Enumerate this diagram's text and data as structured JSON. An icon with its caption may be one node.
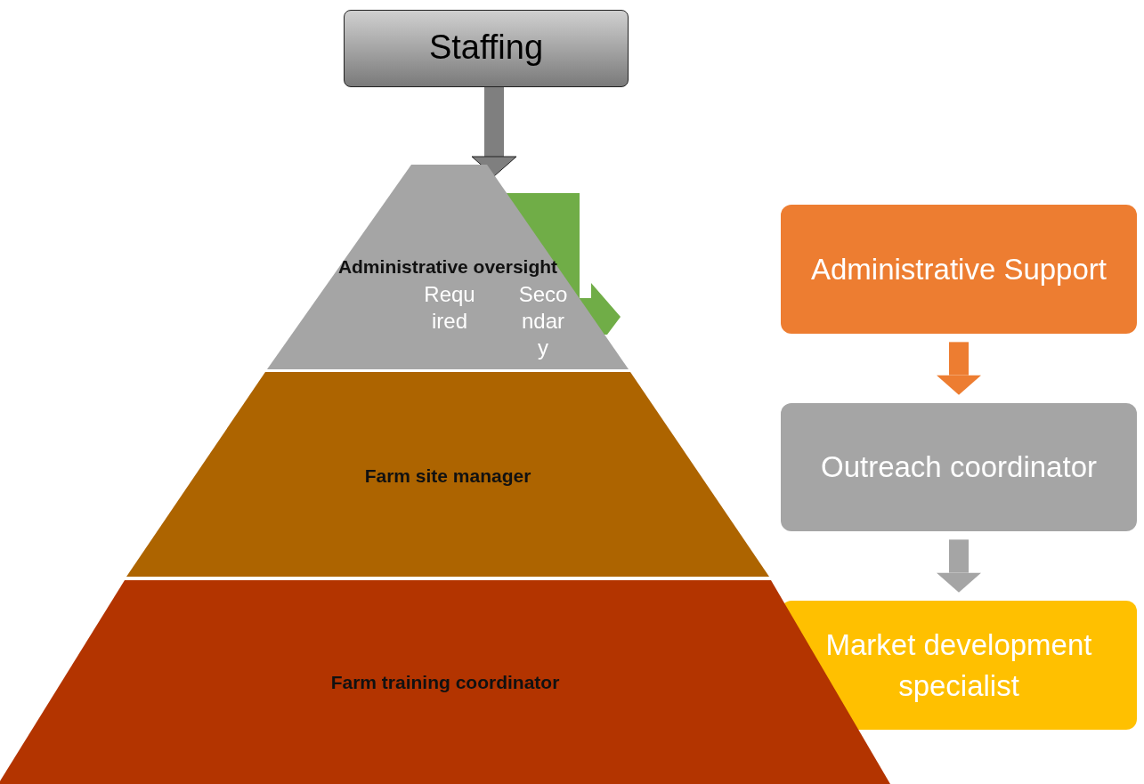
{
  "diagram": {
    "nodes": [
      {
        "text": [
          "Staffing"
        ]
      },
      {
        "text": [
          "Administrative oversight"
        ]
      },
      {
        "text": [
          "Farm site manager"
        ]
      },
      {
        "text": [
          "Farm training coordinator"
        ]
      },
      {
        "text": [
          "Administrative Support"
        ]
      },
      {
        "text": [
          "Outreach coordinator"
        ]
      },
      {
        "text": [
          "Market development specialist"
        ]
      }
    ],
    "edges": [
      {
        "from": 0,
        "to": 1,
        "arrow": "to",
        "color": "#7f7f7f"
      },
      {
        "from": 4,
        "to": 5,
        "arrow": "to",
        "color": "#ed7d31"
      },
      {
        "from": 5,
        "to": 6,
        "arrow": "to",
        "color": "#a5a5a5"
      }
    ],
    "labels": [
      "Required",
      "Secondary"
    ]
  }
}
